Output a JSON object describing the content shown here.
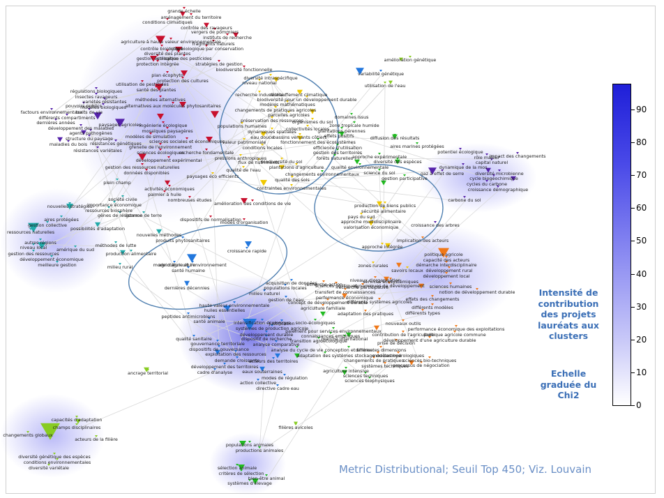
{
  "caption": "Metric Distributional; Seuil Top 450; Viz. Louvain",
  "legend": {
    "title_lines": [
      "Intensité de",
      "contribution",
      "des projets",
      "lauréats aux",
      "clusters"
    ],
    "scale_lines": [
      "Echelle",
      "graduée du",
      "Chi2"
    ],
    "ticks": [
      "90",
      "80",
      "70",
      "60",
      "50",
      "40",
      "30",
      "20",
      "10",
      "0"
    ]
  },
  "colors": {
    "red": "#c8102e",
    "orange": "#f07818",
    "yellow": "#f0c800",
    "green": "#22bb22",
    "blue": "#2277dd",
    "purple": "#5522aa",
    "teal": "#22aaaa",
    "lime": "#88cc22",
    "ellipse": "#4f7fb0"
  },
  "labels": [
    "grande échelle",
    "aménagement du territoire",
    "conditions climatiques",
    "contrôle des ravageurs",
    "vergers de pommiers",
    "instituts de recherche",
    "agriculture à haute valeur environnementale",
    "contrôle biologique",
    "amélioration génétique",
    "fragments naturels",
    "lutte biologique par conservation",
    "diversité des plantes",
    "gestion écologique",
    "utilisation des pesticides",
    "protection intégrée",
    "stratégies de gestion",
    "biodiversité fonctionnelle",
    "variabilité génétique",
    "plan écophyto",
    "protection des cultures",
    "diversité intraspécifique",
    "utilisation de l'eau",
    "utilisation de pesticides",
    "niveau national",
    "santé des plantes",
    "régulations biologiques",
    "méthodes alternatives",
    "recherche industrielle",
    "réchauffement climatique",
    "biodiversité pour un développement durable",
    "insectes ravageurs",
    "variétés résistantes",
    "modèles mathématiques",
    "pouvoirs publics",
    "modèles biologiques",
    "alternatives aux molécules phytosanitaires",
    "changements de pratiques agricoles",
    "domaines issus",
    "factours environnementaux",
    "traits de vie",
    "différents compartiments",
    "parcelles agricoles",
    "populations humaines",
    "préservation des ressources",
    "zone tropicale humide",
    "dernières années",
    "paysages agricoles",
    "ingénierie écologique",
    "organismes du sol",
    "développement des maladies",
    "dynamiques spatiales",
    "collectivités locales",
    "plantations pérennes",
    "agents pathogènes",
    "mosaïques paysagères",
    "eau douce",
    "effets positifs",
    "diffusion des résultats",
    "modèles de simulation",
    "bassins versants côtiers",
    "structure du paysage",
    "résistances génétiques",
    "fonctionnement des écosystèmes",
    "maladies du bois",
    "sciences sociales et économiques",
    "valeur patrimoniale",
    "efficience d'utilisation",
    "aires marines protégées",
    "résistances variétales",
    "grenelle de l'environnement",
    "conditions locales",
    "gestion des territoires",
    "potentiel écologique",
    "impact des changements",
    "sciences écologiques",
    "recherche fondamentale",
    "forêts naturelles",
    "approche expérimentale",
    "rôle majeur",
    "développement expérimental",
    "pressions anthropiques",
    "diversité des espèces",
    "capital naturel",
    "gestion des ressources naturelles",
    "biodiversité du sol",
    "plantations d'agriculture",
    "qualité environnementale",
    "dynamique de la mos",
    "diversité microbienne",
    "données disponibles",
    "qualité de l'eau",
    "flux de nutriments",
    "changements environnementaux",
    "gaz à effet de serre",
    "cycle biogéochimique",
    "plein champ",
    "paysages éco efficients",
    "science du sol",
    "gestion participative",
    "cycles du carbone",
    "croissance démographique",
    "activités économiques",
    "qualité des sols",
    "palmier à huile",
    "contraintes environnementales",
    "carbone du sol",
    "société civile",
    "nombreuses études",
    "nouvelles stratégies",
    "importance économique",
    "amélioration des conditions de vie",
    "production de biens publics",
    "ressources biosphère",
    "gènes de résistance",
    "sécurité alimentaire",
    "aires protégées",
    "gomme de terre",
    "pays du sud",
    "dispositifs de normalisation",
    "modes d'organisation",
    "approche multidisciplinaire",
    "gestion collective",
    "croissance des arbres",
    "valorisation économique",
    "ressources naturelles",
    "possibilités d'adaptation",
    "nouvelles méthodes",
    "implication des acteurs",
    "approche intégrée",
    "autres régions",
    "niveau local",
    "amérique du sud",
    "méthodes de lutte",
    "politique agricole",
    "produits phytosanitaires",
    "croissance rapide",
    "gestion des ressources",
    "développement économique",
    "production alimentaire",
    "capacité des acteurs",
    "zones rurales",
    "savoirs locaux",
    "démarche interdisciplinaire",
    "meilleure gestion",
    "milieu rural",
    "agriculture et l'environnement",
    "mode d'agriculture",
    "développement rural",
    "santé humaine",
    "développement local",
    "niveaux d'organisation",
    "services écosystémiques",
    "recherche-action",
    "acquisition de données",
    "populations locales",
    "sciences politiques",
    "dynamiques de développement",
    "recherche participative",
    "sciences humaines",
    "dernières décennies",
    "milieu naturel",
    "transfert de connaissances",
    "notion de développement durable",
    "performance économique",
    "gestion de l'eau",
    "effets des changements",
    "concept de développement durable",
    "agriculture familiale",
    "différents systèmes agricoles",
    "différents modèles",
    "haute valeur environnementale",
    "huiles essentielles",
    "adaptation des pratiques",
    "différents types",
    "peptides antimicrobiens",
    "santé animale",
    "intensification écologique",
    "nouveaux outils",
    "systèmes de production agricole",
    "performance économique des exploitations",
    "développement durable",
    "socio-écologiques",
    "justification",
    "politique agricole commune",
    "qualité sanitaire",
    "gouvernance territoriale",
    "dispositif de recherche",
    "dispositifs de gouvernance",
    "contribution de l'agriculture",
    "développement d'une agriculture durable",
    "analyse comparative",
    "paiement pour services environnementaux",
    "connaissances empiriques",
    "transition agroécologique",
    "marché international",
    "prise de décision",
    "conception et la mise",
    "différentes dimensions",
    "analyse du cycle de vie",
    "stockage du carbone",
    "modèles hydrologiques",
    "exploitation des ressources",
    "adaptation des systèmes",
    "sciences bio-techniques",
    "changements de pratiques",
    "systèmes techniques",
    "demande croissante",
    "processus de négociation",
    "acteurs des territoires",
    "développement des territoires",
    "agriculture intensive",
    "sciences techniques",
    "cadre d'analyse",
    "ancrage territorial",
    "eaux souterraines",
    "sciences biophysiques",
    "modes de régulation",
    "action collective",
    "directive cadre eau",
    "capacités d'adaptation",
    "champs disciplinaires",
    "filières avicoles",
    "changements globaux",
    "acteurs de la filière",
    "populations animales",
    "productions animales",
    "diversité génétique des espèces",
    "conditions environnementales",
    "diversité variétale",
    "sélection animale",
    "critères de sélection",
    "bien-être animal",
    "systèmes d'élevage"
  ]
}
